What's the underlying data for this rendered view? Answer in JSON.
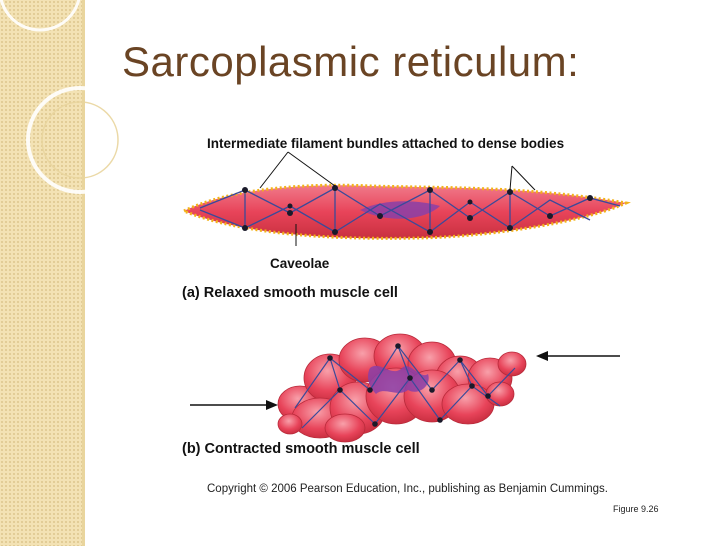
{
  "slide": {
    "title": "Sarcoplasmic reticulum:"
  },
  "figure": {
    "label_top": "Intermediate filament bundles attached to dense bodies",
    "label_caveolae": "Caveolae",
    "caption_a": "(a) Relaxed smooth muscle cell",
    "caption_b": "(b) Contracted smooth muscle cell",
    "copyright": "Copyright © 2006 Pearson Education, Inc., publishing as Benjamin Cummings.",
    "figure_number": "Figure 9.26"
  },
  "colors": {
    "title": "#6a4424",
    "cell_fill": "#e8445a",
    "cell_light": "#f28a98",
    "filament": "#3a4a9a",
    "nucleus": "#8a3fa8",
    "caveolae_dots": "#f2b21a",
    "side_band": "#f3e2b4"
  }
}
